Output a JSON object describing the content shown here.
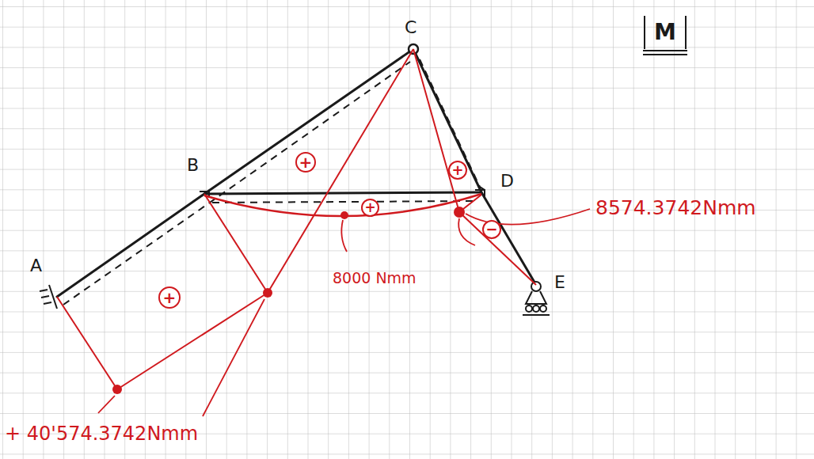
{
  "diagram": {
    "nodes": [
      {
        "text": [
          "M"
        ]
      },
      {
        "text": [
          "+"
        ]
      },
      {
        "text": [
          "+"
        ]
      },
      {
        "text": [
          "+"
        ]
      },
      {
        "text": [
          "−"
        ]
      },
      {
        "text": [
          "+"
        ]
      }
    ],
    "labels": [
      "C",
      "B",
      "A",
      "D",
      "E",
      "8574.3742Nmm",
      "8000 Nmm",
      "+ 40'574.3742Nmm"
    ]
  }
}
